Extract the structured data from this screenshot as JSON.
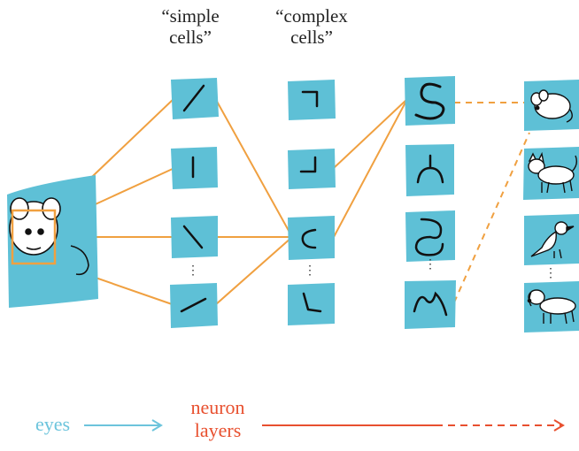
{
  "columns": {
    "simple": {
      "line1": "“simple",
      "line2": "cells”"
    },
    "complex": {
      "line1": "“complex",
      "line2": "cells”"
    }
  },
  "flow": {
    "eyes": "eyes",
    "neuron_line1": "neuron",
    "neuron_line2": "layers"
  },
  "colors": {
    "panel": "#5ec0d6",
    "connector": "#f0a040",
    "eyes_text": "#6cc4dc",
    "neuron_text": "#e8502f",
    "ink": "#111111"
  },
  "icons": {
    "simple": [
      "diagonal-line-icon",
      "vertical-line-icon",
      "diagonal-line-icon",
      "diagonal-line-icon"
    ],
    "complex": [
      "corner-icon",
      "corner-icon",
      "curve-icon",
      "corner-icon"
    ],
    "shapes": [
      "s-curve-icon",
      "fork-icon",
      "hook-icon",
      "arch-icon"
    ],
    "objects": [
      "mouse-icon",
      "cat-icon",
      "bird-icon",
      "dog-icon"
    ]
  }
}
